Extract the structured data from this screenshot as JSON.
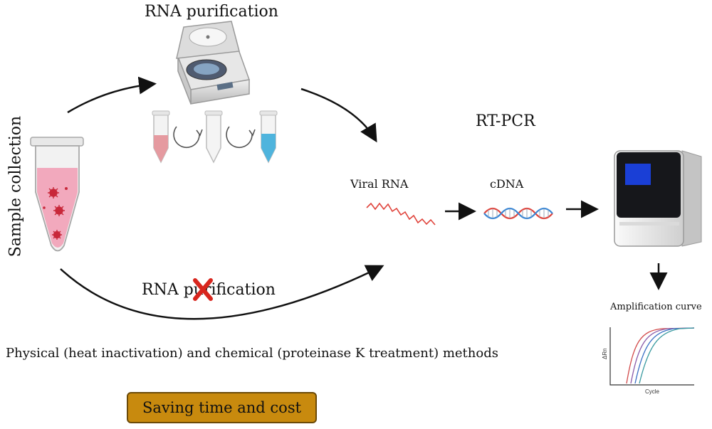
{
  "title_rna_purification": "RNA purification",
  "title_rt_pcr": "RT-PCR",
  "label_sample_collection": "Sample collection",
  "label_viral_rna": "Viral RNA",
  "label_cdna": "cDNA",
  "label_rna_purification_crossed": "RNA purification",
  "label_methods": "Physical (heat inactivation) and chemical (proteinase K treatment) methods",
  "label_saving": "Saving time and cost",
  "label_amplification_curve": "Amplification curve",
  "chart_axis_x": "Cycle",
  "chart_axis_y": "ΔRn",
  "colors": {
    "tube_pink": "#f2a9bd",
    "tube_red": "#e59aa0",
    "tube_blue": "#4fb4dd",
    "virus": "#c8283a",
    "cross": "#d8261e",
    "dna_red": "#e0443c",
    "dna_blue": "#3a86d4",
    "box": "#c88a0e"
  }
}
